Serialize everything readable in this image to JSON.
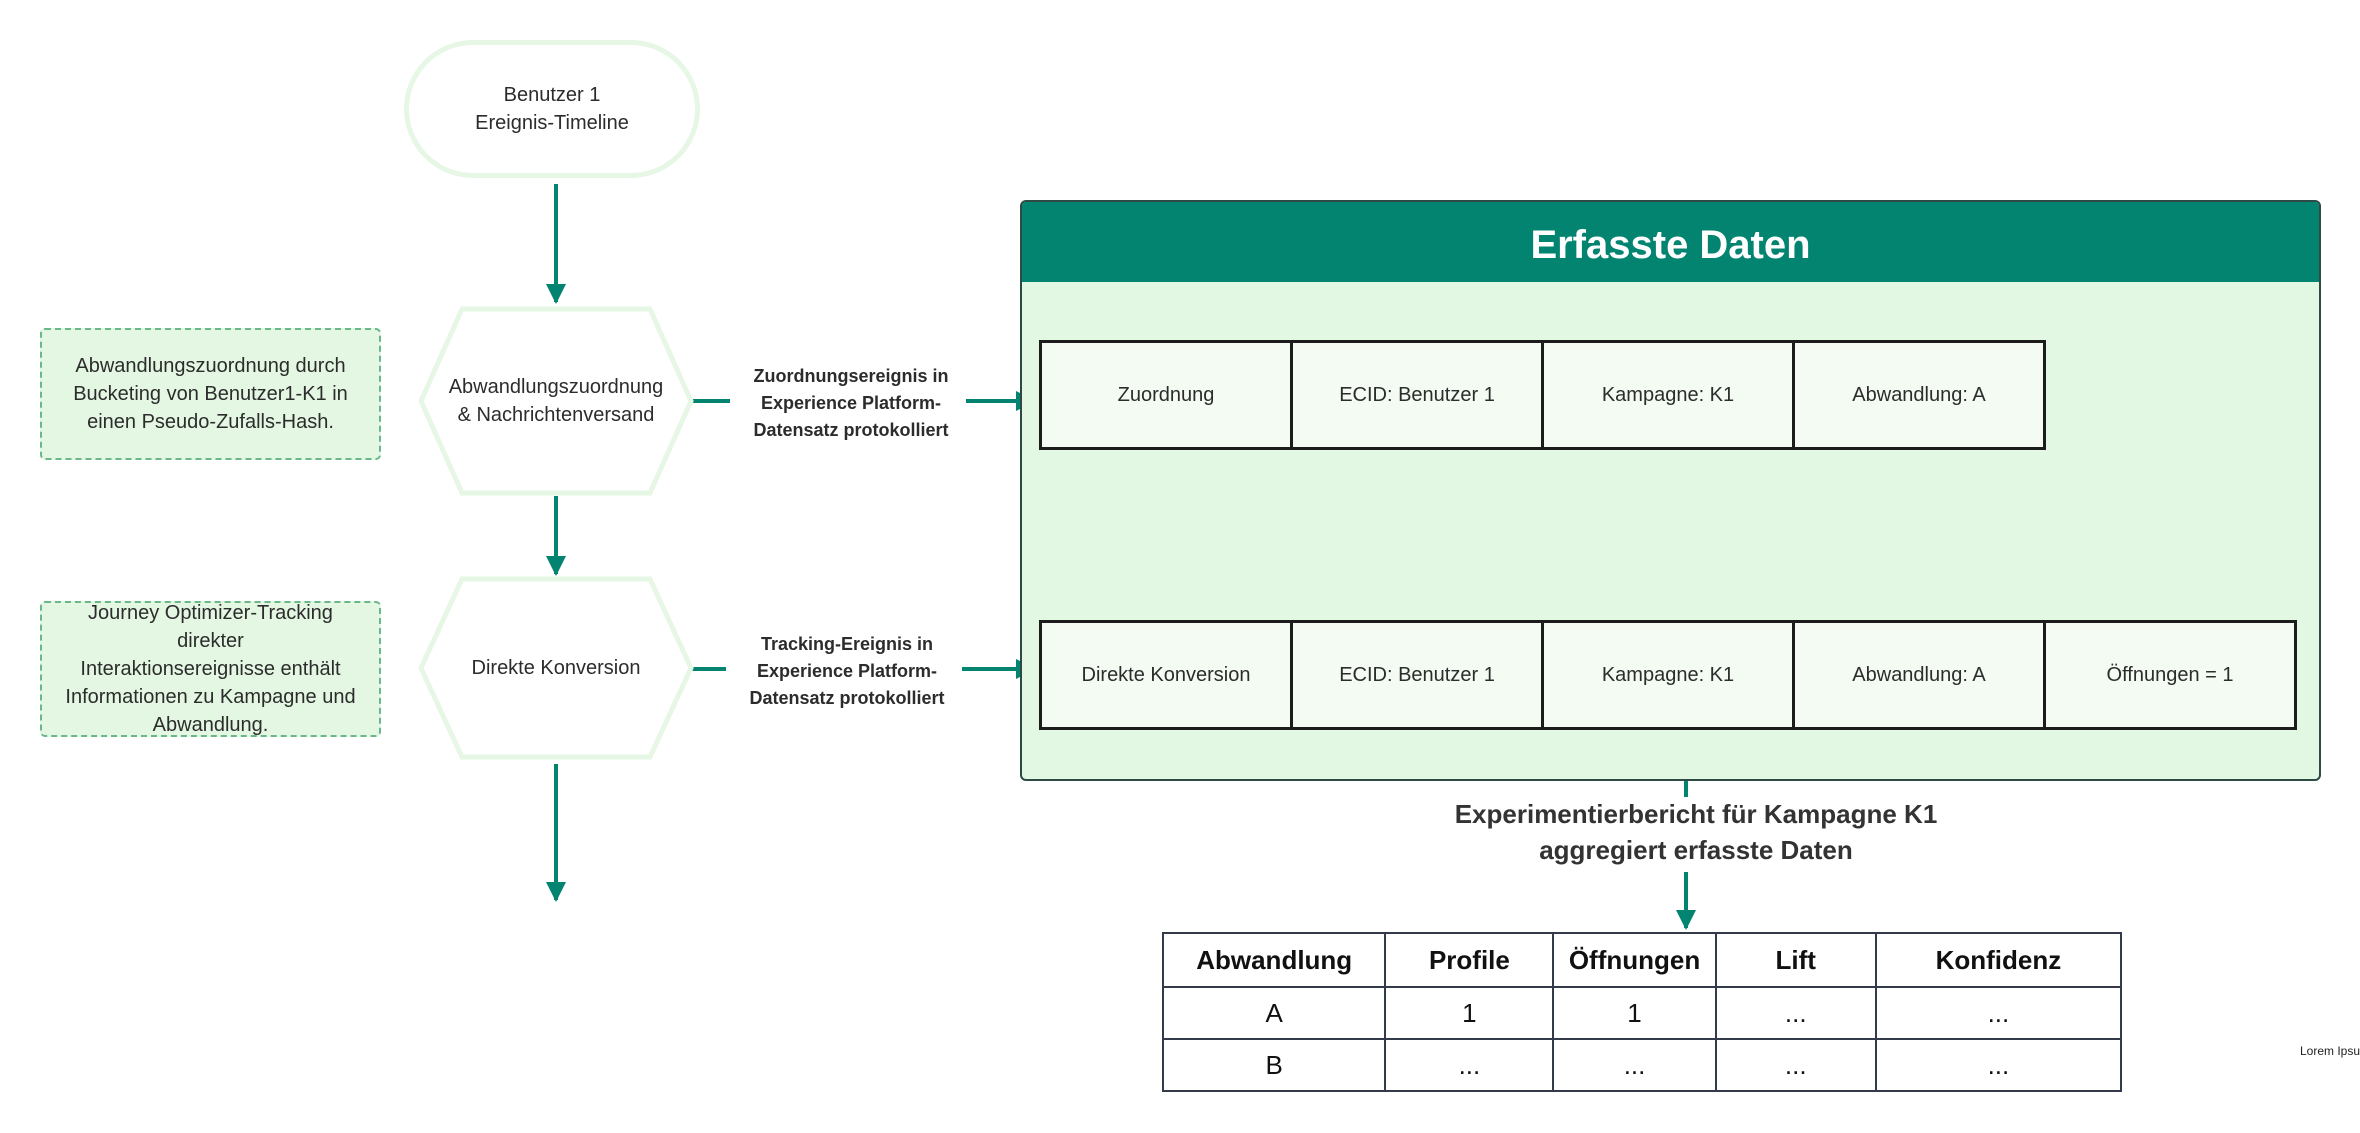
{
  "start_node": {
    "line1": "Benutzer 1",
    "line2": "Ereignis-Timeline"
  },
  "step_assignment": {
    "line1": "Abwandlungszuordnung",
    "line2": "& Nachrichtenversand"
  },
  "step_conversion": {
    "label": "Direkte Konversion"
  },
  "note_assignment": {
    "line1": "Abwandlungszuordnung durch",
    "line2": "Bucketing von Benutzer1-K1 in",
    "line3": "einen Pseudo-Zufalls-Hash."
  },
  "note_tracking": {
    "line1": "Journey Optimizer-Tracking direkter",
    "line2": "Interaktionsereignisse enthält",
    "line3": "Informationen zu Kampagne und",
    "line4": "Abwandlung."
  },
  "edge_assignment": {
    "line1": "Zuordnungsereignis in",
    "line2": "Experience Platform-",
    "line3": "Datensatz protokolliert"
  },
  "edge_tracking": {
    "line1": "Tracking-Ereignis in",
    "line2": "Experience Platform-",
    "line3": "Datensatz protokolliert"
  },
  "collected_data": {
    "title": "Erfasste Daten",
    "assignment_record": [
      "Zuordnung",
      "ECID: Benutzer 1",
      "Kampagne: K1",
      "Abwandlung: A"
    ],
    "conversion_record": [
      "Direkte Konversion",
      "ECID: Benutzer 1",
      "Kampagne: K1",
      "Abwandlung: A",
      "Öffnungen = 1"
    ]
  },
  "report_caption": {
    "line1": "Experimentierbericht für Kampagne K1",
    "line2": "aggregiert erfasste Daten"
  },
  "report_table": {
    "headers": [
      "Abwandlung",
      "Profile",
      "Öffnungen",
      "Lift",
      "Konfidenz"
    ],
    "rows": [
      [
        "A",
        "1",
        "1",
        "...",
        "..."
      ],
      [
        "B",
        "...",
        "...",
        "...",
        "..."
      ]
    ]
  },
  "footer_text": "Lorem Ipsum",
  "colors": {
    "accent": "#028471",
    "panel_fill": "#e3f8e3",
    "node_stroke": "#e6f7e6",
    "note_border": "#6ab88a"
  }
}
